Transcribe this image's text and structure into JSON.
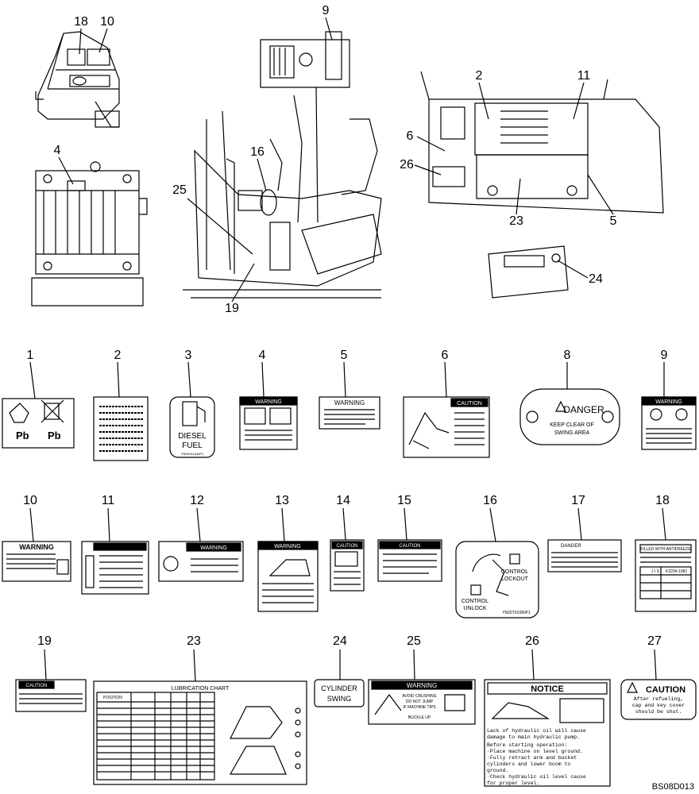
{
  "figure_code": "BS08D013",
  "overview_callouts": [
    "18",
    "10",
    "9",
    "4",
    "16",
    "25",
    "19",
    "2",
    "11",
    "6",
    "26",
    "23",
    "5",
    "24"
  ],
  "decals": [
    {
      "num": "1",
      "texts": [
        "Pb",
        "Pb"
      ]
    },
    {
      "num": "2",
      "texts": []
    },
    {
      "num": "3",
      "texts": [
        "DIESEL",
        "FUEL",
        "YN58TA1816P1"
      ]
    },
    {
      "num": "4",
      "texts": [
        "WARNING"
      ]
    },
    {
      "num": "5",
      "texts": [
        "WARNING"
      ]
    },
    {
      "num": "6",
      "texts": [
        "CAUTION"
      ]
    },
    {
      "num": "8",
      "texts": [
        "DANGER",
        "KEEP CLEAR OF",
        "SWING   AREA"
      ]
    },
    {
      "num": "9",
      "texts": [
        "WARNING"
      ]
    },
    {
      "num": "10",
      "texts": [
        "WARNING"
      ]
    },
    {
      "num": "11",
      "texts": []
    },
    {
      "num": "12",
      "texts": [
        "WARNING"
      ]
    },
    {
      "num": "13",
      "texts": [
        "WARNING"
      ]
    },
    {
      "num": "14",
      "texts": [
        "CAUTION"
      ]
    },
    {
      "num": "15",
      "texts": [
        "CAUTION"
      ]
    },
    {
      "num": "16",
      "texts": [
        "CONTROL",
        "LOCKOUT",
        "CONTROL",
        "UNLOCK",
        "YN20T01080P1"
      ]
    },
    {
      "num": "17",
      "texts": [
        "DANGER"
      ]
    },
    {
      "num": "18",
      "texts": [
        "FILLED WITH ANTIFREEZE",
        "J I S",
        "K2234-1981"
      ]
    },
    {
      "num": "19",
      "texts": [
        "CAUTION"
      ]
    },
    {
      "num": "23",
      "texts": [
        "LUBRICATION CHART",
        "POSITION"
      ]
    },
    {
      "num": "24",
      "texts": [
        "CYLINDER",
        "SWING"
      ]
    },
    {
      "num": "25",
      "texts": [
        "WARNING",
        "AVOID CRUSHING",
        "DO NOT JUMP",
        "IF MACHINE TIPS",
        "BUCKLE UP"
      ]
    },
    {
      "num": "26",
      "texts": [
        "NOTICE",
        "Lack of hydraulic oil will cause",
        "damage to main hydraulic pump.",
        "Before starting operation:",
        "·Place machine on level ground.",
        "·Fully retract arm and bucket",
        "cylinders and lower boom to",
        "ground.",
        "·Check hydraulic oil level cause",
        "for proper level."
      ]
    },
    {
      "num": "27",
      "texts": [
        "CAUTION",
        "After refueling,",
        "cap and key cover",
        "should be shut."
      ]
    }
  ]
}
